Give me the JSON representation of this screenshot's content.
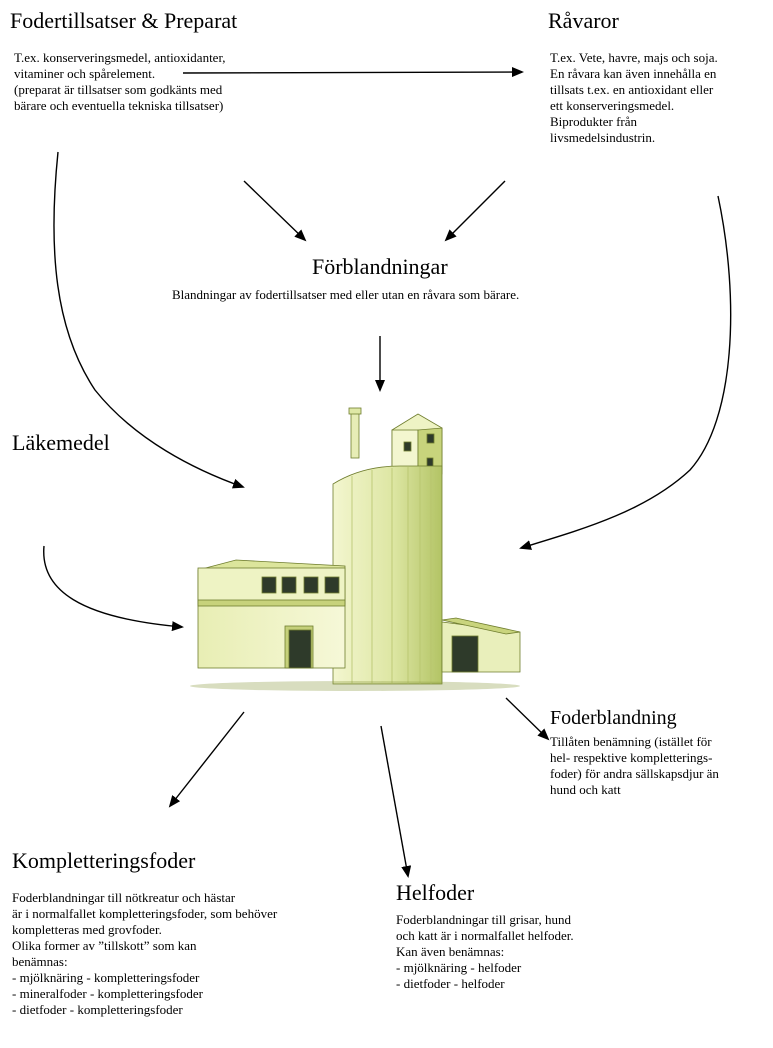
{
  "sections": {
    "fodertillsatser": {
      "title": "Fodertillsatser & Preparat",
      "lines": [
        "T.ex. konserveringsmedel, antioxidanter,",
        "vitaminer och spårelement.",
        "(preparat är tillsatser som godkänts med",
        "bärare och eventuella tekniska tillsatser)"
      ]
    },
    "ravaror": {
      "title": "Råvaror",
      "lines": [
        "T.ex. Vete, havre, majs och soja.",
        "En råvara kan även innehålla en",
        "tillsats t.ex. en antioxidant eller",
        "ett konserveringsmedel.",
        "Biprodukter från",
        "livsmedelsindustrin."
      ]
    },
    "forblandningar": {
      "title": "Förblandningar",
      "lines": [
        "Blandningar av fodertillsatser med eller utan en råvara som bärare."
      ]
    },
    "lakemedel": {
      "title": "Läkemedel"
    },
    "foderblandning": {
      "title": "Foderblandning",
      "lines": [
        "Tillåten benämning (istället för",
        "hel- respektive kompletterings-",
        "foder) för andra sällskapsdjur än",
        "hund och katt"
      ]
    },
    "kompletteringsfoder": {
      "title": "Kompletteringsfoder",
      "lines": [
        "Foderblandningar till nötkreatur och hästar",
        "är i normalfallet kompletteringsfoder, som behöver",
        "kompletteras med grovfoder.",
        "Olika former av ”tillskott” som kan",
        "benämnas:",
        "- mjölknäring - kompletteringsfoder",
        "- mineralfoder - kompletteringsfoder",
        "- dietfoder - kompletteringsfoder"
      ]
    },
    "helfoder": {
      "title": "Helfoder",
      "lines": [
        "Foderblandningar till grisar, hund",
        "och katt är i normalfallet helfoder.",
        "Kan även benämnas:",
        "- mjölknäring - helfoder",
        "- dietfoder - helfoder"
      ]
    }
  },
  "colors": {
    "building_light": "#f2f5c8",
    "building_mid": "#d9e39a",
    "building_shade": "#aebf5c",
    "building_dark": "#7f8f35",
    "window": "#2e3a2a",
    "arrow": "#000000"
  }
}
